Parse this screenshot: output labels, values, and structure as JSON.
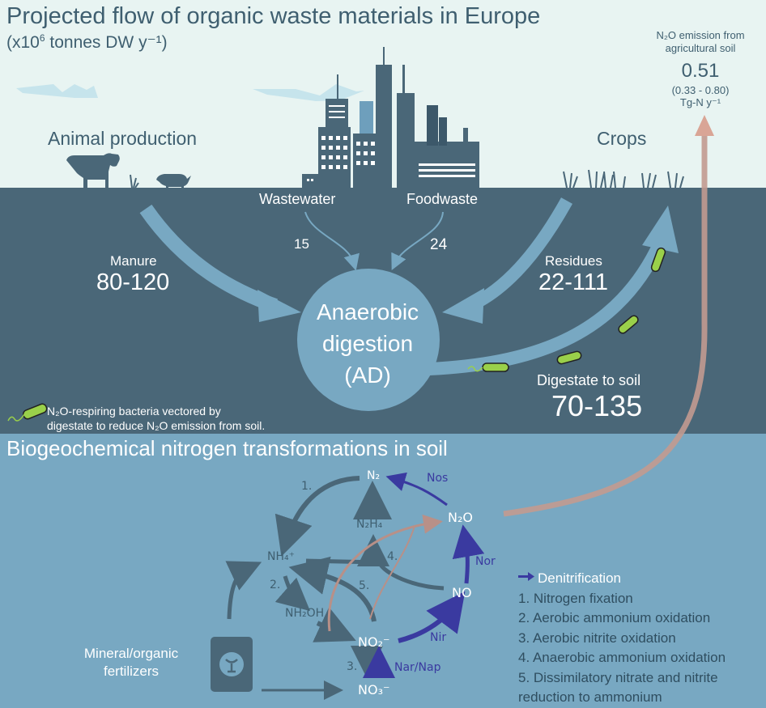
{
  "header": {
    "title": "Projected flow of organic waste materials in Europe",
    "subtitle_prefix": "(x10",
    "subtitle_exp": "6",
    "subtitle_suffix": " tonnes DW y⁻¹)"
  },
  "emission": {
    "heading_line1": "N₂O emission from",
    "heading_line2": "agricultural soil",
    "value": "0.51",
    "range": "(0.33 - 0.80)",
    "unit": "Tg-N y⁻¹"
  },
  "sources": {
    "animal_production": "Animal production",
    "crops": "Crops",
    "wastewater": "Wastewater",
    "foodwaste": "Foodwaste"
  },
  "flows": {
    "manure_label": "Manure",
    "manure_value": "80-120",
    "wastewater_value": "15",
    "foodwaste_value": "24",
    "residues_label": "Residues",
    "residues_value": "22-111",
    "digestate_label": "Digestate to soil",
    "digestate_value": "70-135"
  },
  "ad": {
    "line1": "Anaerobic",
    "line2": "digestion",
    "line3": "(AD)"
  },
  "bacteria_note": {
    "line1": "N₂O-respiring bacteria vectored by",
    "line2": "digestate to reduce N₂O emission from soil."
  },
  "soil_section": {
    "title": "Biogeochemical nitrogen transformations in soil",
    "fertilizer_line1": "Mineral/organic",
    "fertilizer_line2": "fertilizers"
  },
  "species": {
    "n2": "N₂",
    "n2h4": "N₂H₄",
    "nh4": "NH₄⁺",
    "nh2oh": "NH₂OH",
    "no2": "NO₂⁻",
    "no3": "NO₃⁻",
    "no": "NO",
    "n2o": "N₂O"
  },
  "enzymes": {
    "nos": "Nos",
    "nor": "Nor",
    "nir": "Nir",
    "nar": "Nar/Nap"
  },
  "step_numbers": [
    "1.",
    "2.",
    "3.",
    "4.",
    "5."
  ],
  "key": {
    "denitrification": "Denitrification",
    "items": [
      "1. Nitrogen fixation",
      "2. Aerobic ammonium oxidation",
      "3. Aerobic nitrite oxidation",
      "4. Anaerobic ammonium oxidation",
      "5. Dissimilatory nitrate and nitrite",
      "reduction to ammonium"
    ]
  },
  "colors": {
    "sky": "#e8f4f2",
    "ground": "#4a6778",
    "soil": "#78a8c2",
    "flow": "#78a8c2",
    "denitrification": "#3a3aa0",
    "emission_arrow": "#d9a596",
    "bacteria": "#9ad04a"
  }
}
